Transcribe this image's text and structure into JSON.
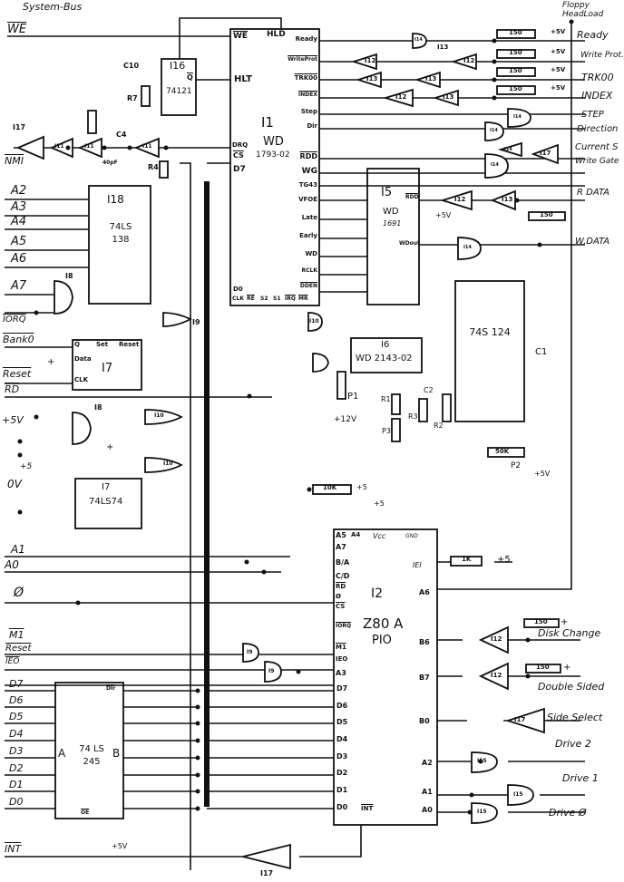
{
  "title": "System-Bus",
  "bus_signals": {
    "we": "WE",
    "nmi": "NMI",
    "a2": "A2",
    "a3": "A3",
    "a4": "A4",
    "a5": "A5",
    "a6": "A6",
    "a7": "A7",
    "iorq": "IORQ",
    "bank0": "Bank0",
    "reset": "Reset",
    "rd": "RD",
    "p5v": "+5V",
    "p5": "+5",
    "ov": "0V",
    "a1": "A1",
    "a0": "A0",
    "clk": "Ø",
    "m1": "M1",
    "reset2": "Reset",
    "ieo": "IEO",
    "d7": "D7",
    "d6": "D6",
    "d5": "D5",
    "d4": "D4",
    "d3": "D3",
    "d2": "D2",
    "d1": "D1",
    "d0": "D0",
    "int": "INT"
  },
  "floppy_signals": {
    "headload": "Floppy HeadLoad",
    "ready": "Ready",
    "writeprot": "Write Prot.",
    "trk00": "TRK00",
    "index": "INDEX",
    "step": "STEP",
    "direction": "Direction",
    "current": "Current S",
    "writegate": "Write Gate",
    "rdata": "R DATA",
    "wdata": "W.DATA",
    "diskchange": "Disk Change",
    "doublesided": "Double Sided",
    "sideselect": "Side Select",
    "drive2": "Drive 2",
    "drive1": "Drive 1",
    "drive0": "Drive Ø"
  },
  "chips": {
    "i1": {
      "name": "I1",
      "type": "WD",
      "part": "1793-02",
      "left_pins": [
        "WE",
        "HLT",
        "DRQ",
        "CS",
        "D7",
        "D0"
      ],
      "right_pins": [
        "Ready",
        "WriteProt",
        "TRK00",
        "INDEX",
        "Step",
        "Dir",
        "RDD",
        "WG",
        "TG43",
        "VFOE",
        "Late",
        "Early",
        "WD",
        "RCLK",
        "DDEN"
      ],
      "bottom_pins": [
        "CLK",
        "RE",
        "S2",
        "S1",
        "IRQ",
        "MR"
      ],
      "top_pin": "HLD"
    },
    "i2": {
      "name": "I2",
      "type": "Z80 A",
      "part": "PIO",
      "left_pins": [
        "A5",
        "A4",
        "A7",
        "B/A",
        "C/D",
        "RD",
        "Ø",
        "CS",
        "IORQ",
        "M1",
        "IEO",
        "A3",
        "D7",
        "D6",
        "D5",
        "D4",
        "D3",
        "D2",
        "D1",
        "D0"
      ],
      "right_pins": [
        "IEI",
        "A6",
        "B6",
        "B7",
        "B0",
        "A2",
        "A1",
        "A0"
      ],
      "top_pins": [
        "Vcc",
        "GND"
      ],
      "bottom_pin": "INT"
    },
    "i5": {
      "name": "I5",
      "type": "WD",
      "part": "1691",
      "pins": [
        "RDD",
        "WDout"
      ]
    },
    "i6": {
      "name": "I6",
      "part": "WD 2143-02"
    },
    "i7a": {
      "name": "I7",
      "pins": [
        "Q",
        "Set",
        "Reset",
        "Data",
        "CLK"
      ]
    },
    "i7b": {
      "name": "I7",
      "part": "74LS74"
    },
    "i16": {
      "name": "I16",
      "part": "74121",
      "pin": "Q"
    },
    "i18": {
      "name": "I18",
      "part": "74LS 138"
    },
    "i245": {
      "part": "74 LS 245",
      "side_a": "A",
      "side_b": "B",
      "pins": [
        "DIr",
        "OE"
      ]
    },
    "i124": {
      "part": "74S 124"
    }
  },
  "components": {
    "c10": "C10",
    "r7": "R7",
    "r4": "R4",
    "c4": "C4",
    "c4val": "40pF",
    "p1": "P1",
    "p12v": "+12V",
    "r1": "R1",
    "p3": "P3",
    "c2": "C2",
    "r3": "R3",
    "r2": "R2",
    "c1": "C1",
    "p2": "P2",
    "p2val": "50K",
    "r10k": "10K",
    "r1k": "1K",
    "r150": "150",
    "p5v_rail": "+5V",
    "p5": "+5",
    "plus": "+"
  },
  "gates": {
    "i8": "I8",
    "i9": "I9",
    "i10": "I10",
    "i11": "I11",
    "i12": "I12",
    "i13": "I13",
    "i14": "I14",
    "i15": "I15",
    "i17": "I17"
  }
}
